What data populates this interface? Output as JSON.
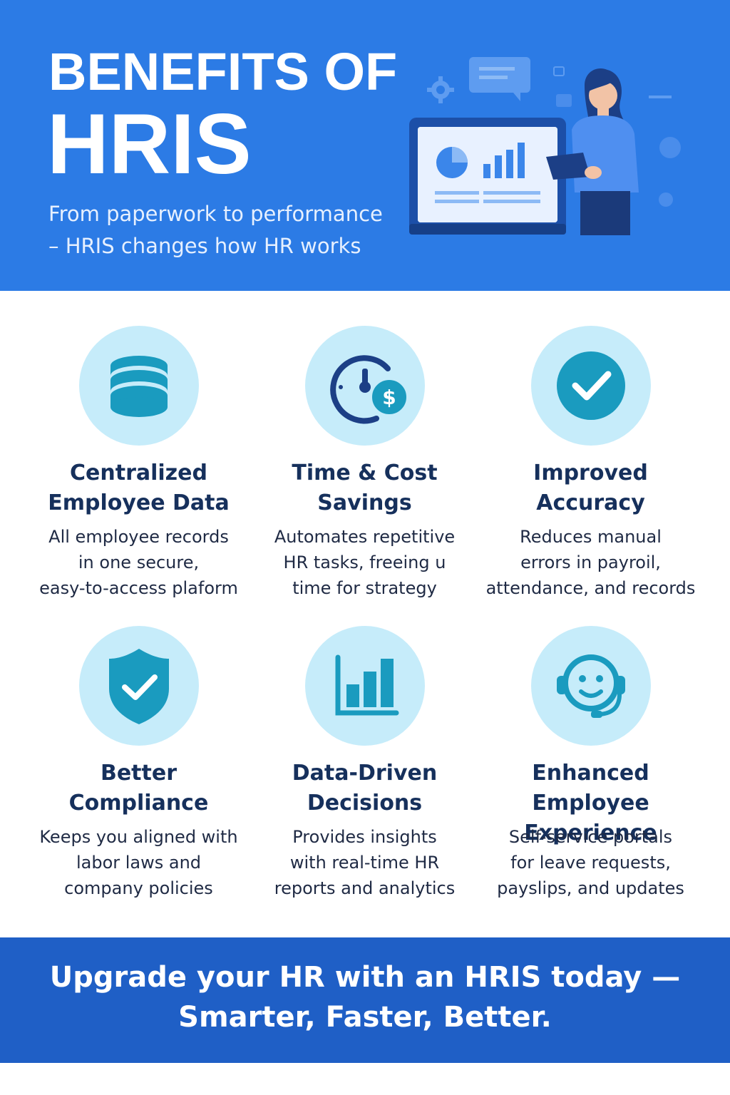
{
  "header": {
    "title_line1": "BENEFITS OF",
    "title_line2": "HRIS",
    "subtitle_line1": "From paperwork to performance",
    "subtitle_line2": "– HRIS changes how HR works",
    "background_color": "#2c7be5",
    "illustration": "person-with-tablet-beside-dashboard-monitor"
  },
  "benefits": [
    {
      "icon": "database-icon",
      "title_line1": "Centralized",
      "title_line2": "Employee Data",
      "desc_line1": "All employee records",
      "desc_line2": "in one secure,",
      "desc_line3": "easy-to-access plaform"
    },
    {
      "icon": "clock-dollar-icon",
      "title_line1": "Time & Cost",
      "title_line2": "Savings",
      "desc_line1": "Automates repetitive",
      "desc_line2": "HR tasks, freeing u",
      "desc_line3": "time for strategy"
    },
    {
      "icon": "checkmark-circle-icon",
      "title_line1": "Improved",
      "title_line2": "Accuracy",
      "desc_line1": "Reduces manual",
      "desc_line2": "errors in payroil,",
      "desc_line3": "attendance, and records"
    },
    {
      "icon": "shield-check-icon",
      "title_line1": "Better",
      "title_line2": "Compliance",
      "desc_line1": "Keeps you aligned with",
      "desc_line2": "labor laws and",
      "desc_line3": "company policies"
    },
    {
      "icon": "bar-chart-icon",
      "title_line1": "Data-Driven",
      "title_line2": "Decisions",
      "desc_line1": "Provides insights",
      "desc_line2": "with real-time HR",
      "desc_line3": "reports and analytics"
    },
    {
      "icon": "headset-smiley-icon",
      "title_line1": "Enhanced",
      "title_line2": "Employee Experience",
      "desc_line1": "Self-service portals",
      "desc_line2": "for leave requests,",
      "desc_line3": "payslips, and updates"
    }
  ],
  "footer": {
    "cta_line1": "Upgrade your HR with an HRIS today —",
    "cta_line2": "Smarter, Faster, Better.",
    "background_color": "#1f5fc6"
  },
  "colors": {
    "icon_circle": "#c6ecfa",
    "icon_fill": "#1a9bbf",
    "title_text": "#16305c"
  }
}
